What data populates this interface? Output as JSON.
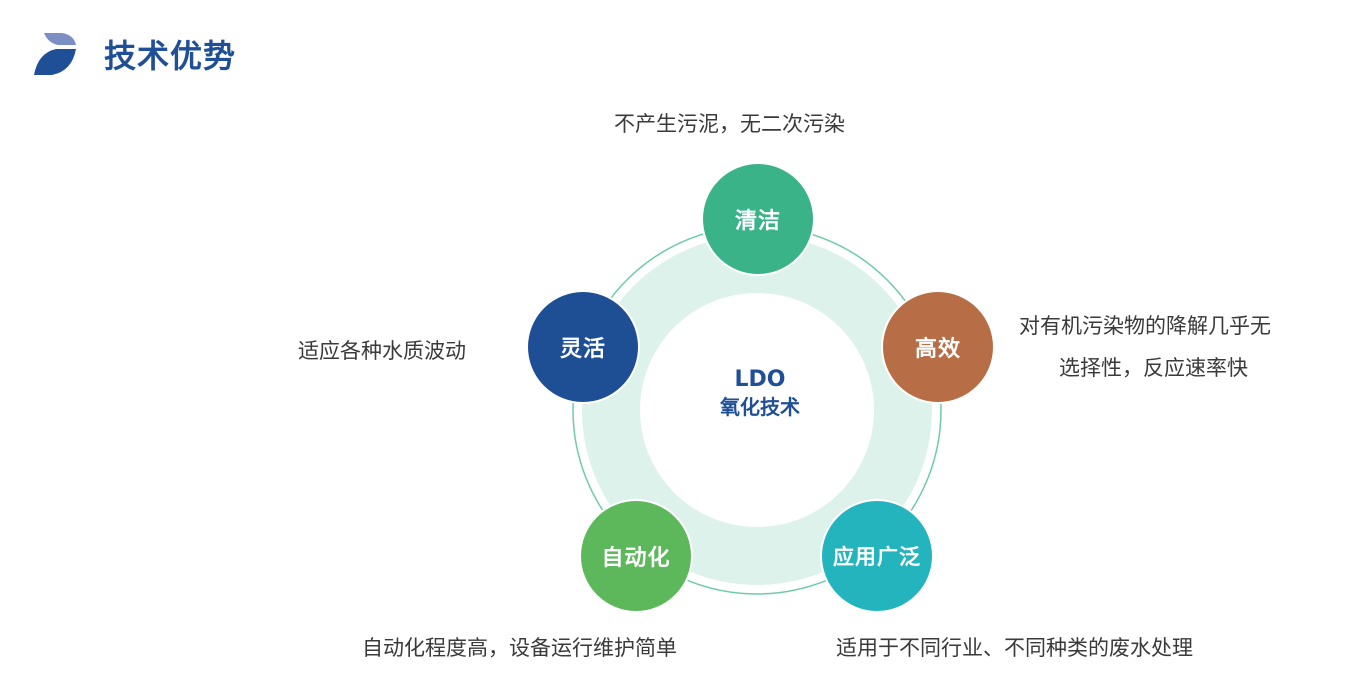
{
  "header": {
    "title": "技术优势",
    "logo_icon": "leaf-logo-icon",
    "title_color": "#1f4f97"
  },
  "center": {
    "line1": "LDO",
    "line2": "氧化技术"
  },
  "nodes": [
    {
      "label": "清洁",
      "color": "#3bb389",
      "description": "不产生污泥，无二次污染"
    },
    {
      "label": "高效",
      "color": "#b76e46",
      "description_line1": "对有机污染物的降解几乎无",
      "description_line2": "选择性，反应速率快"
    },
    {
      "label": "应用广泛",
      "color": "#23b4bd",
      "description": "适用于不同行业、不同种类的废水处理"
    },
    {
      "label": "自动化",
      "color": "#5cb85a",
      "description": "自动化程度高，设备运行维护简单"
    },
    {
      "label": "灵活",
      "color": "#1e4f95",
      "description": "适应各种水质波动"
    }
  ],
  "colors": {
    "ring_fill": "#def2ec",
    "ring_stroke": "#6ecba9",
    "inner_fill": "#ffffff"
  }
}
